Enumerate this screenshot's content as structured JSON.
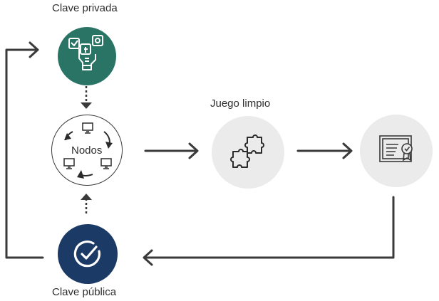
{
  "labels": {
    "private_key": "Clave privada",
    "nodes": "Nodos",
    "fair_play": "Juego limpio",
    "public_key": "Clave pública"
  },
  "colors": {
    "private_key_circle": "#2a7466",
    "public_key_circle": "#1b3a66",
    "grey_circle": "#ebebeb",
    "arrow": "#3a3a3a"
  },
  "icons": {
    "private_key": "social-media-hand-icon",
    "nodes": "network-computers-cycle-icon",
    "fair_play": "puzzle-pieces-icon",
    "certificate": "certificate-badge-icon",
    "public_key": "check-circle-icon"
  }
}
